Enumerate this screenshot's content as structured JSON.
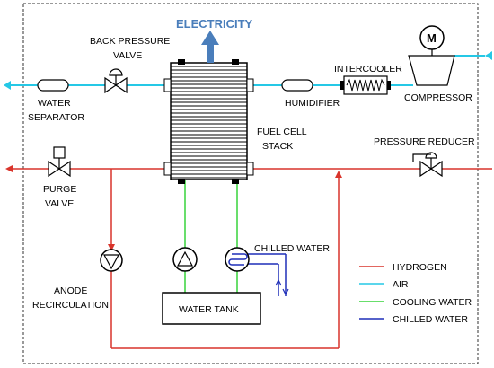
{
  "title": "ELECTRICITY",
  "labels": {
    "back_pressure_valve_1": "BACK PRESSURE",
    "back_pressure_valve_2": "VALVE",
    "intercooler": "INTERCOOLER",
    "compressor": "COMPRESSOR",
    "motor": "M",
    "water_separator_1": "WATER",
    "water_separator_2": "SEPARATOR",
    "humidifier": "HUMIDIFIER",
    "fuel_cell_stack_1": "FUEL CELL",
    "fuel_cell_stack_2": "STACK",
    "pressure_reducer": "PRESSURE REDUCER",
    "purge_valve_1": "PURGE",
    "purge_valve_2": "VALVE",
    "chilled_water": "CHILLED WATER",
    "anode_recirculation_1": "ANODE",
    "anode_recirculation_2": "RECIRCULATION",
    "water_tank": "WATER TANK"
  },
  "legend": [
    {
      "label": "HYDROGEN",
      "color": "#d9342b"
    },
    {
      "label": "AIR",
      "color": "#25c8e6"
    },
    {
      "label": "COOLING WATER",
      "color": "#37d33a"
    },
    {
      "label": "CHILLED WATER",
      "color": "#1f2fb8"
    }
  ],
  "colors": {
    "hydrogen": "#d9342b",
    "air": "#25c8e6",
    "cooling_water": "#37d33a",
    "chilled_water": "#1f2fb8",
    "electricity_arrow": "#4a7ebb"
  }
}
